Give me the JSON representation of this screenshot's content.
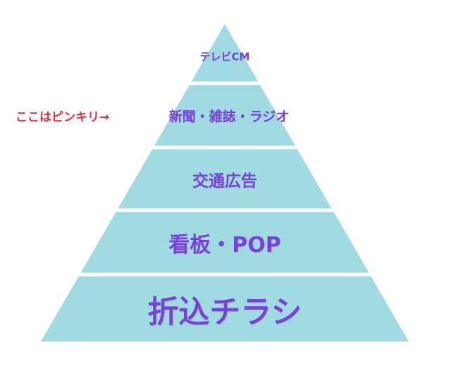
{
  "diagram": {
    "fill_color": "#9fdbe0",
    "label_color": "#7a3fe0",
    "annotation_color": "#e03040",
    "tiers": [
      {
        "label": "テレビCM"
      },
      {
        "label": "新聞・雑誌・ラジオ"
      },
      {
        "label": "交通広告"
      },
      {
        "label": "看板・POP"
      },
      {
        "label": "折込チラシ"
      }
    ],
    "annotation": "ここはピンキリ→"
  }
}
